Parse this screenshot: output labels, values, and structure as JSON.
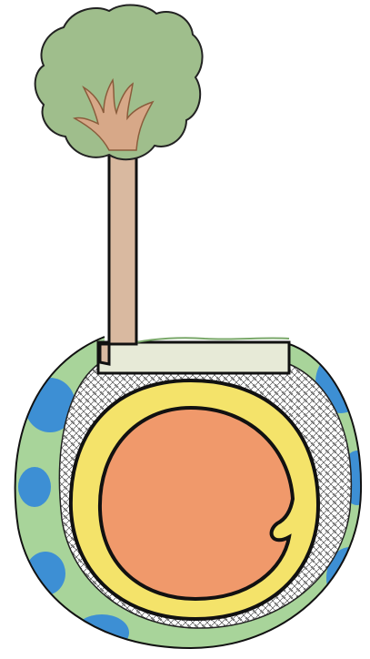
{
  "drawing": {
    "components": [
      "tree-canopy",
      "tree-trunk",
      "tree-branches",
      "ground-grass",
      "earth-globe-outer-ring",
      "ocean-spots",
      "mantle-mesh-layer",
      "outer-core-yellow-ring",
      "inner-core-orange"
    ],
    "colors": {
      "canopy": "#9fbe8c",
      "canopy_stroke": "#222222",
      "trunk": "#d9b9a0",
      "branch": "#d7a888",
      "globe_green": "#a8d49a",
      "ocean_blue": "#3d8fd4",
      "mantle": "#ffffff",
      "outer_core": "#f4e36a",
      "inner_core": "#f0996b",
      "outline": "#111111"
    }
  }
}
